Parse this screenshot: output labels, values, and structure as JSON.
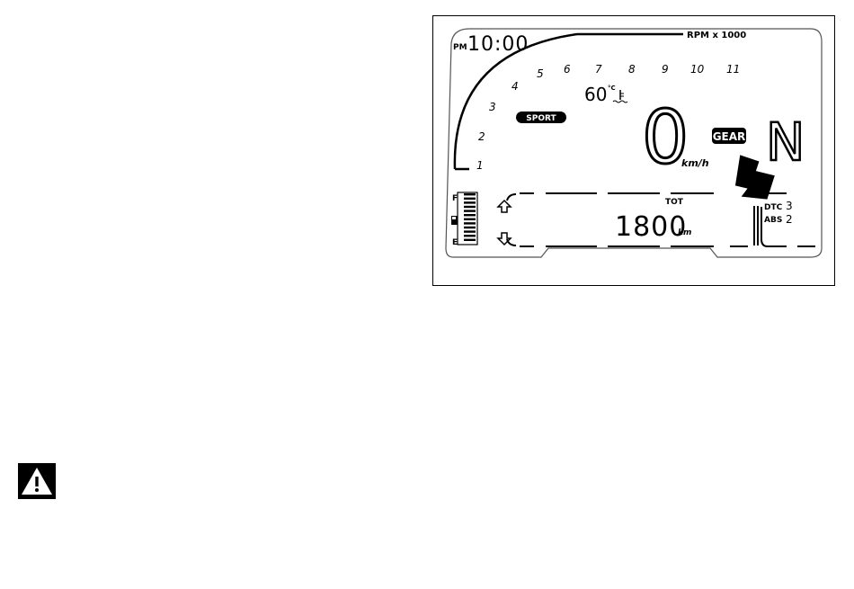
{
  "clock": {
    "period": "PM",
    "time": "10:00"
  },
  "rpm": {
    "label": "RPM x 1000",
    "scale": [
      "1",
      "2",
      "3",
      "4",
      "5",
      "6",
      "7",
      "8",
      "9",
      "10",
      "11"
    ]
  },
  "temperature": {
    "value": "60",
    "unit": "°C"
  },
  "mode": {
    "label": "SPORT"
  },
  "speed": {
    "value": "0",
    "unit": "km/h"
  },
  "gear": {
    "label": "GEAR",
    "value": "N"
  },
  "odometer": {
    "label": "TOT",
    "value": "1800",
    "unit": "km"
  },
  "fuel": {
    "full": "F",
    "empty": "E",
    "level": 1.0
  },
  "settings": {
    "dtc": {
      "label": "DTC",
      "value": "3"
    },
    "abs": {
      "label": "ABS",
      "value": "2"
    }
  },
  "icons": [
    "up-arrow-icon",
    "down-arrow-icon",
    "fuel-pump-icon",
    "coolant-icon",
    "pointer-arrow-icon",
    "warning-icon"
  ],
  "colors": {
    "ink": "#000000",
    "background": "#ffffff"
  }
}
